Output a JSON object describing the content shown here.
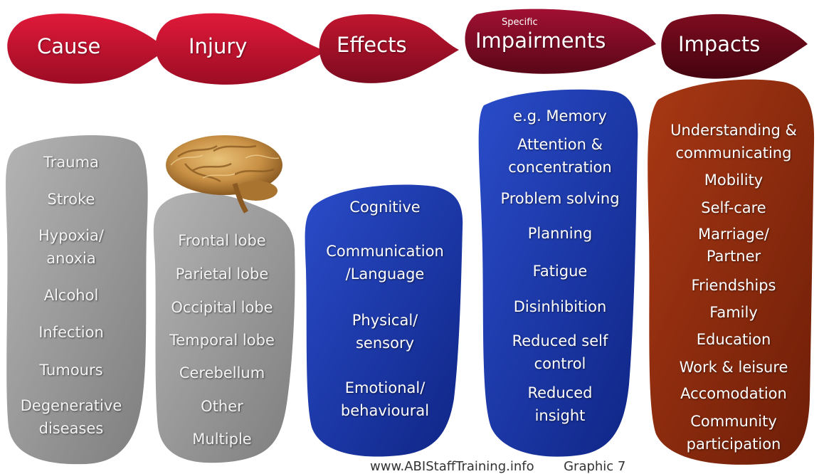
{
  "headers": {
    "cause": "Cause",
    "injury": "Injury",
    "effects": "Effects",
    "impairments_prefix": "Specific",
    "impairments": "Impairments",
    "impacts": "Impacts"
  },
  "cause_items": [
    "Trauma",
    "Stroke",
    "Hypoxia/",
    "anoxia",
    "Alcohol",
    "Infection",
    "Tumours",
    "Degenerative",
    "diseases"
  ],
  "injury_items": [
    "Frontal lobe",
    "Parietal lobe",
    "Occipital lobe",
    "Temporal lobe",
    "Cerebellum",
    "Other",
    "Multiple"
  ],
  "effects_items": [
    "Cognitive",
    "Communication",
    "/Language",
    "Physical/",
    "sensory",
    "Emotional/",
    "behavioural"
  ],
  "impairments_items": [
    "e.g. Memory",
    "Attention &",
    "concentration",
    "Problem solving",
    "Planning",
    "Fatigue",
    "Disinhibition",
    "Reduced self",
    "control",
    "Reduced",
    "insight"
  ],
  "impacts_items": [
    "Understanding &",
    "communicating",
    "Mobility",
    "Self-care",
    "Marriage/",
    "Partner",
    "Friendships",
    "Family",
    "Education",
    "Work & leisure",
    "Accomodation",
    "Community",
    "participation"
  ],
  "footer": {
    "site": "www.ABIStaffTraining.info",
    "graphic": "Graphic 7"
  },
  "colors": {
    "arrow_red": "#c3112e",
    "arrow_dark": "#6e0a22",
    "gray_blob": "#9a9a9a",
    "blue_blob": "#1b36a8",
    "brown_blob": "#8f2a0f"
  },
  "icons": [
    "brain-image"
  ]
}
